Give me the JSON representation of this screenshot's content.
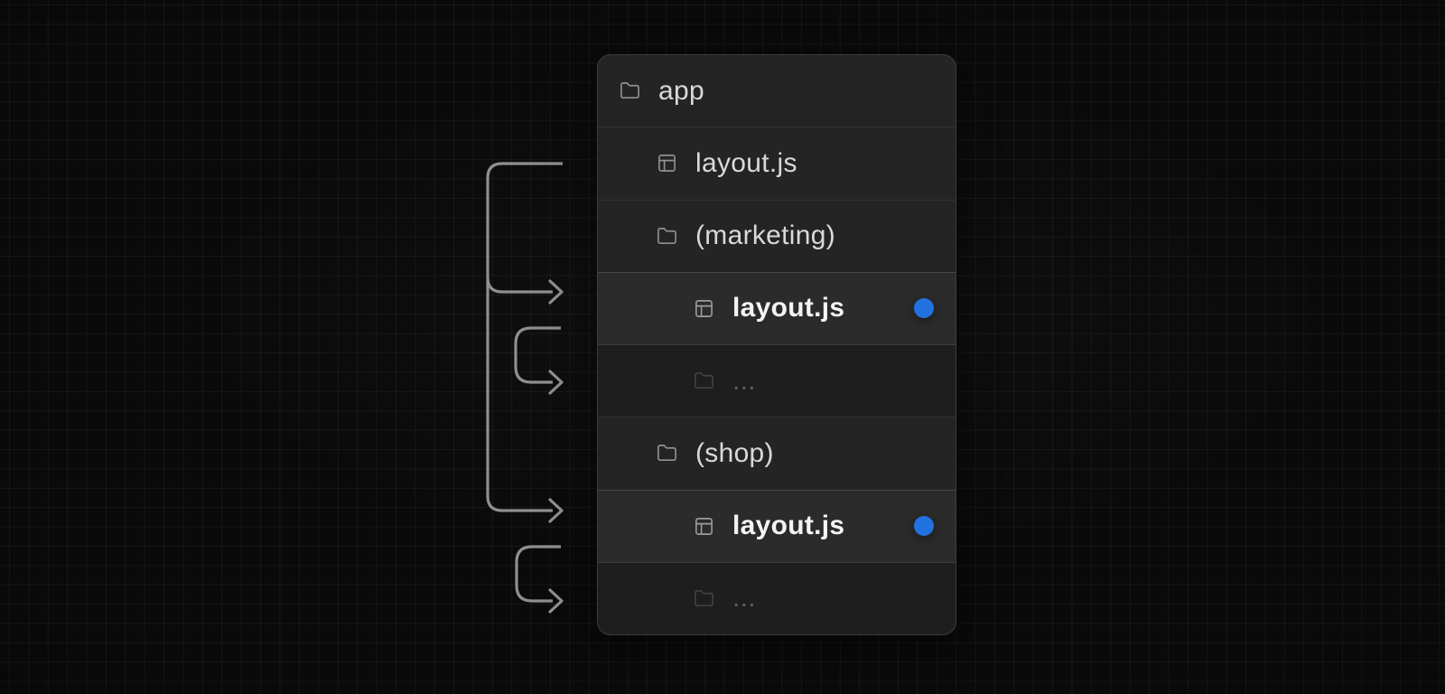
{
  "file_tree": {
    "rows": [
      {
        "id": "app",
        "label": "app",
        "icon": "folder-icon",
        "level": 1,
        "variant": "normal",
        "active_dot": false
      },
      {
        "id": "root-layout",
        "label": "layout.js",
        "icon": "layout-icon",
        "level": 2,
        "variant": "normal",
        "active_dot": false
      },
      {
        "id": "marketing-group",
        "label": "(marketing)",
        "icon": "folder-icon",
        "level": 2,
        "variant": "normal",
        "active_dot": false
      },
      {
        "id": "marketing-layout",
        "label": "layout.js",
        "icon": "layout-icon",
        "level": 3,
        "variant": "highlight",
        "active_dot": true
      },
      {
        "id": "marketing-children",
        "label": "...",
        "icon": "folder-icon",
        "level": 3,
        "variant": "dimmed",
        "active_dot": false
      },
      {
        "id": "shop-group",
        "label": "(shop)",
        "icon": "folder-icon",
        "level": 2,
        "variant": "normal",
        "active_dot": false
      },
      {
        "id": "shop-layout",
        "label": "layout.js",
        "icon": "layout-icon",
        "level": 3,
        "variant": "highlight",
        "active_dot": true
      },
      {
        "id": "shop-children",
        "label": "...",
        "icon": "folder-icon",
        "level": 3,
        "variant": "dimmed",
        "active_dot": false
      }
    ]
  },
  "colors": {
    "accent_blue": "#2271e0",
    "arrow_gray": "#8f8f8f",
    "card_background": "#242424",
    "page_background": "#0a0a0a"
  }
}
